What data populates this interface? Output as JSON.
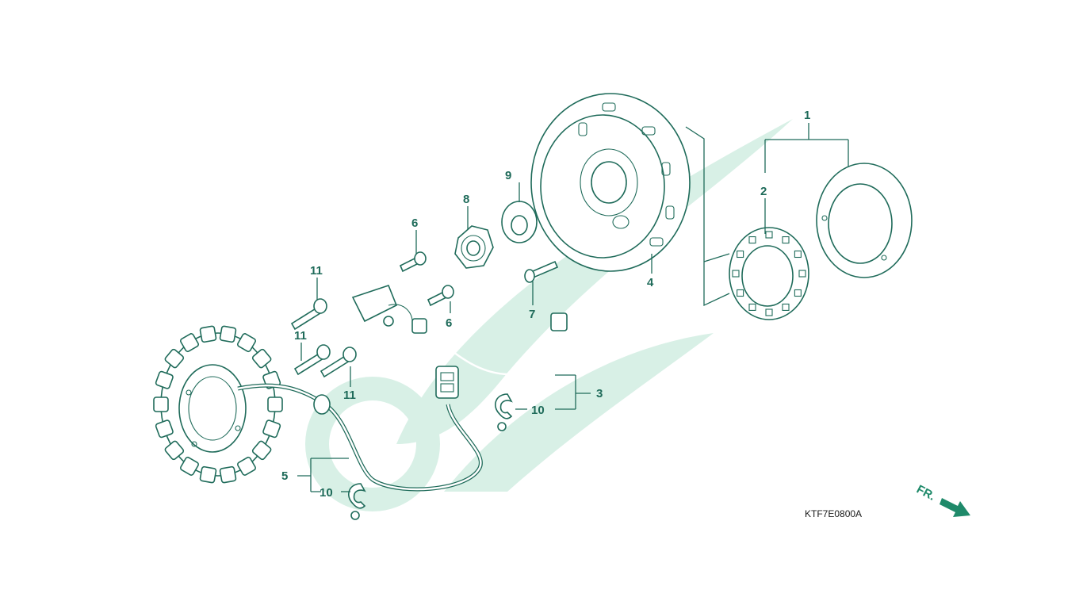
{
  "diagram_code": "KTF7E0800A",
  "direction_label": "FR.",
  "callouts": [
    "1",
    "2",
    "3",
    "4",
    "5",
    "6",
    "6",
    "7",
    "8",
    "9",
    "10",
    "10",
    "11",
    "11",
    "11"
  ],
  "colors": {
    "line": "#1f6b5a",
    "watermark": "#d8f0e6",
    "arrow": "#1f8a6a"
  }
}
